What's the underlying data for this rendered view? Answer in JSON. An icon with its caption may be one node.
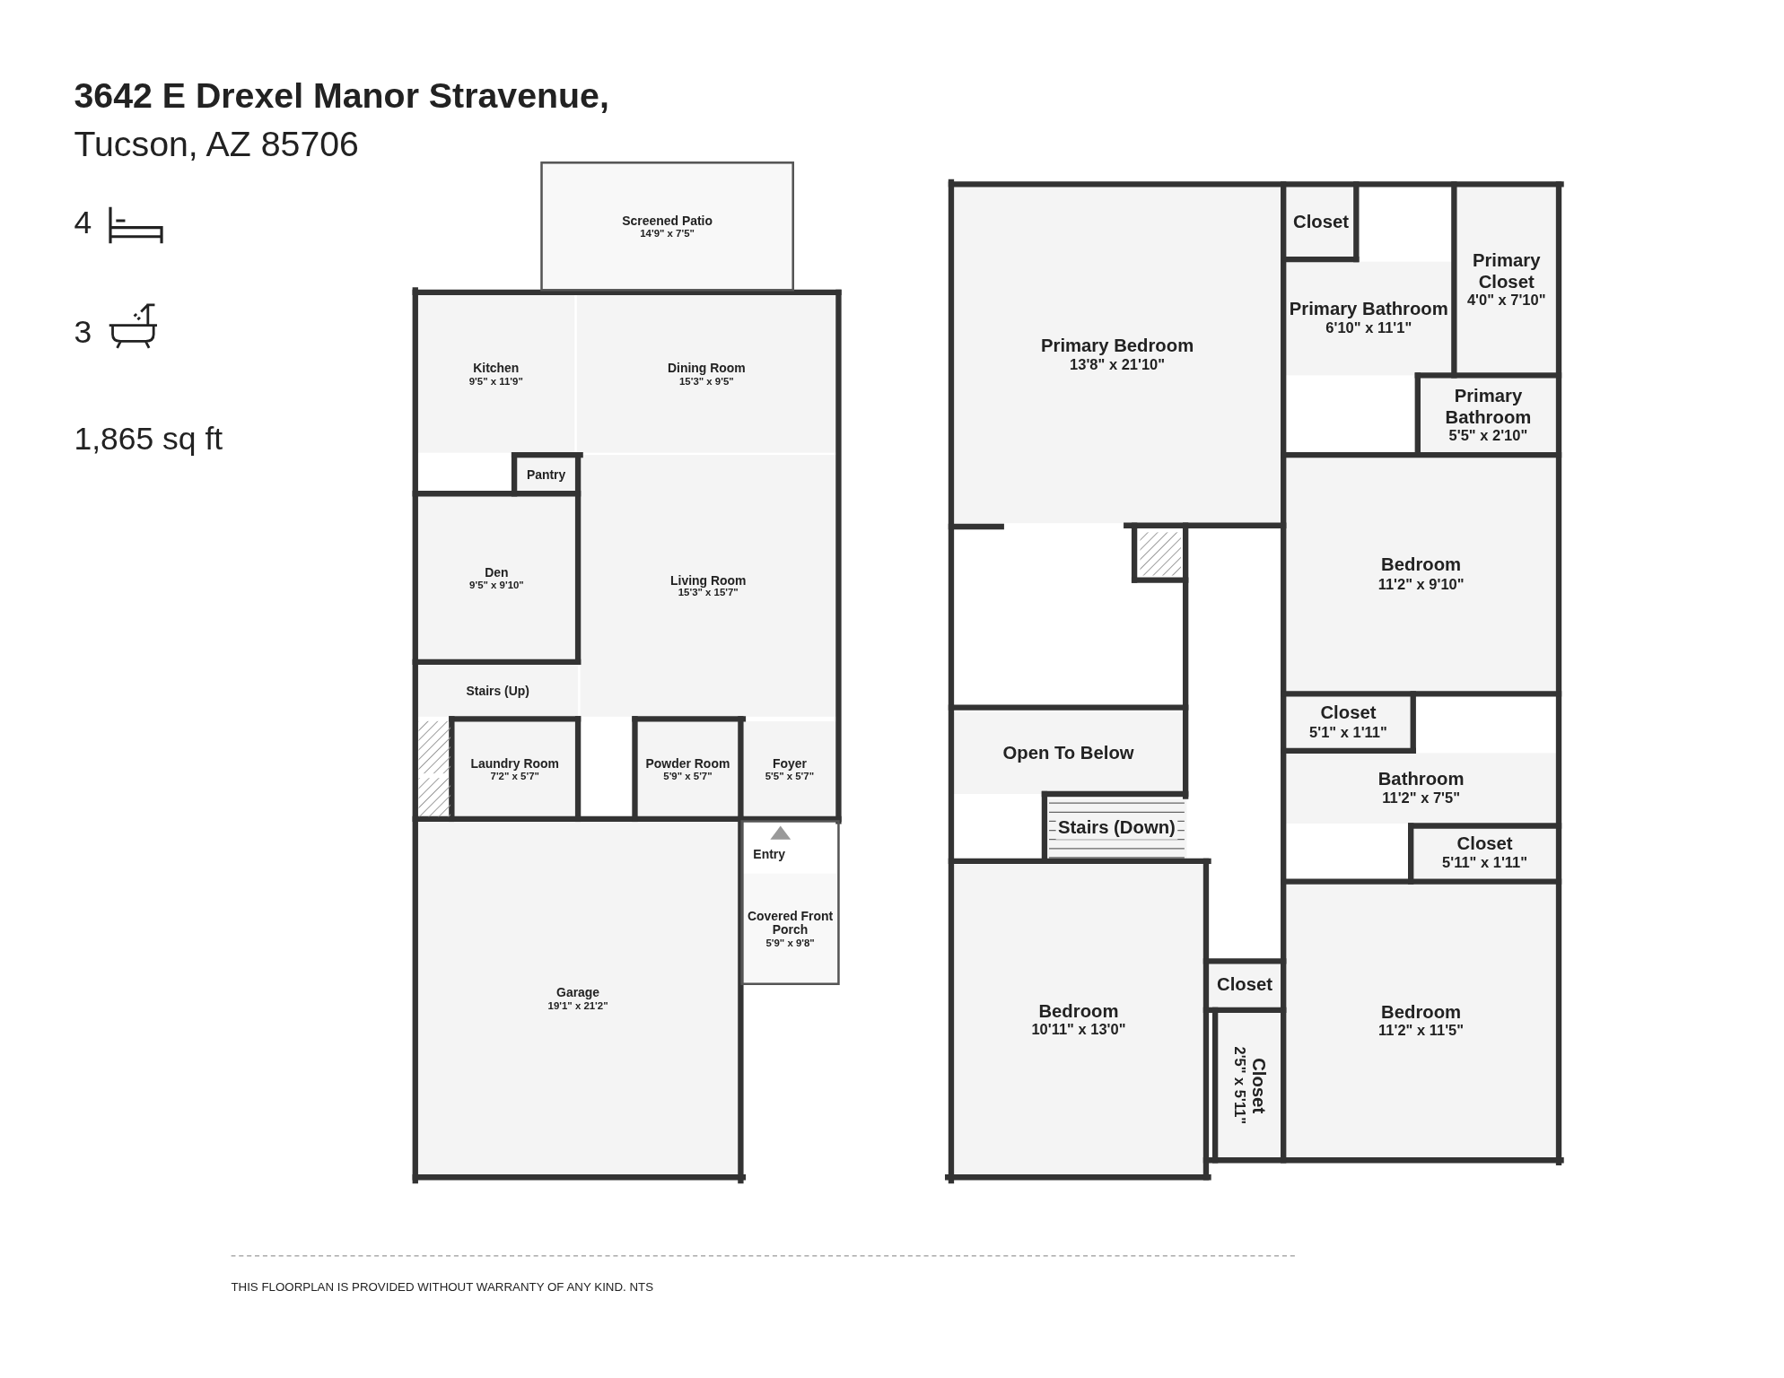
{
  "diagram": {
    "title": "**3642 E Drexel Manor Stravenue,** Tucson, AZ 85706",
    "nodes": [
      {
        "text": [
          "Screened Patio",
          "14'9\" x 7'5\""
        ]
      },
      {
        "text": [
          "Kitchen",
          "9'5\" x 11'9\""
        ]
      },
      {
        "text": [
          "Dining Room",
          "15'3\" x 9'5\""
        ]
      },
      {
        "text": [
          "Pantry"
        ]
      },
      {
        "text": [
          "Den",
          "9'5\" x 9'10\""
        ]
      },
      {
        "text": [
          "Living Room",
          "15'3\" x 15'7\""
        ]
      },
      {
        "text": [
          "Stairs (Up)"
        ]
      },
      {
        "text": [
          "Laundry Room",
          "7'2\" x 5'7\""
        ]
      },
      {
        "text": [
          "Powder Room",
          "5'9\" x 5'7\""
        ]
      },
      {
        "text": [
          "Foyer",
          "5'5\" x 5'7\""
        ]
      },
      {
        "text": [
          "Covered Front Porch",
          "5'9\" x 9'8\""
        ]
      },
      {
        "text": [
          "Garage",
          "19'1\" x 21'2\""
        ]
      },
      {
        "text": [
          "Primary Bedroom",
          "13'8\" x 21'10\""
        ]
      },
      {
        "text": [
          "Closet"
        ]
      },
      {
        "text": [
          "Primary Bathroom",
          "6'10\" x 11'1\""
        ]
      },
      {
        "text": [
          "Primary Closet",
          "4'0\" x 7'10\""
        ]
      },
      {
        "text": [
          "Primary Bathroom",
          "5'5\" x 2'10\""
        ]
      },
      {
        "text": [
          "Bedroom",
          "11'2\" x 9'10\""
        ]
      },
      {
        "text": [
          "Closet",
          "5'1\" x 1'11\""
        ]
      },
      {
        "text": [
          "Bathroom",
          "11'2\" x 7'5\""
        ]
      },
      {
        "text": [
          "Closet",
          "5'11\" x 1'11\""
        ]
      },
      {
        "text": [
          "Bedroom",
          "11'2\" x 11'5\""
        ]
      },
      {
        "text": [
          "Open To Below"
        ]
      },
      {
        "text": [
          "Stairs (Down)"
        ]
      },
      {
        "text": [
          "Bedroom",
          "10'11\" x 13'0\""
        ]
      },
      {
        "text": [
          "Closet"
        ]
      },
      {
        "text": [
          "Closet",
          "2'5\" x 5'11\""
        ]
      }
    ],
    "labels": [
      "4",
      "3",
      "1,865 sq ft",
      "Entry",
      "THIS FLOORPLAN IS PROVIDED WITHOUT WARRANTY OF ANY KIND. NTS"
    ]
  }
}
